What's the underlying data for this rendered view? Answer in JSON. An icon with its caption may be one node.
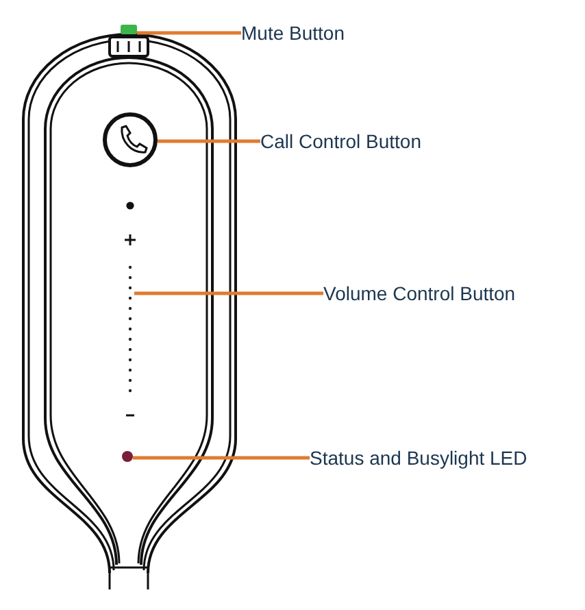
{
  "diagram": {
    "nodes": [
      {
        "text": [
          "Mute Button"
        ]
      },
      {
        "text": [
          "Call Control Button"
        ]
      },
      {
        "text": [
          "Volume Control Button"
        ]
      },
      {
        "text": [
          "Status and Busylight LED"
        ]
      },
      {
        "text": [],
        "shape": "box"
      },
      {
        "text": [],
        "shape": "circle"
      },
      {
        "text": [],
        "shape": "bar"
      },
      {
        "text": [],
        "shape": "circle"
      }
    ],
    "edges": [
      {
        "from": 0,
        "to": 4,
        "arrow": "none"
      },
      {
        "from": 1,
        "to": 5,
        "arrow": "none"
      },
      {
        "from": 2,
        "to": 6,
        "arrow": "none"
      },
      {
        "from": 3,
        "to": 7,
        "arrow": "none"
      }
    ]
  }
}
